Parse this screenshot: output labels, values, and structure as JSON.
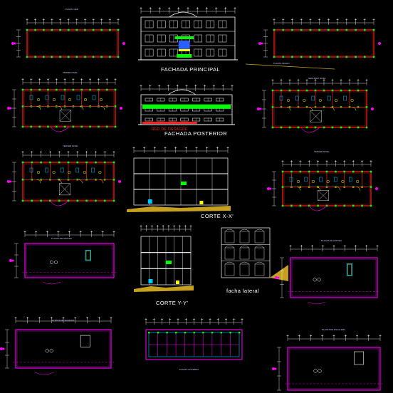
{
  "labels": {
    "fachada_principal": "FACHADA PRINCIPAL",
    "fachada_posterior": "FACHADA POSTERIOR",
    "corte_xx": "CORTE X-X'",
    "corte_yy": "CORTE Y-Y'",
    "facha_lateral": "facha lateral",
    "red_annotation": "RED DE DESAGUE"
  },
  "sheet_titles": [
    "PLANTA 1ER",
    "PLANTA TECHO",
    "PRIMER NIVEL",
    "SEGUNDO NIVEL",
    "TERCER NIVEL",
    "TERCER NIVEL",
    "PLANTA DE AZOTEA",
    "PLANTA DE AZOTEA",
    "PLANTA DE TANQUES",
    "PLANTA CISTERNA",
    "PLANTA DE ESCALERA"
  ],
  "colors": {
    "background": "#000000",
    "wall": "#ff2020",
    "dimension": "#ffffff",
    "axis": "#ff00ff",
    "column": "#00ff00",
    "door": "#ffff00",
    "furniture": "#00c8ff",
    "ground": "#c8a020",
    "slab": "#ff00ff"
  }
}
